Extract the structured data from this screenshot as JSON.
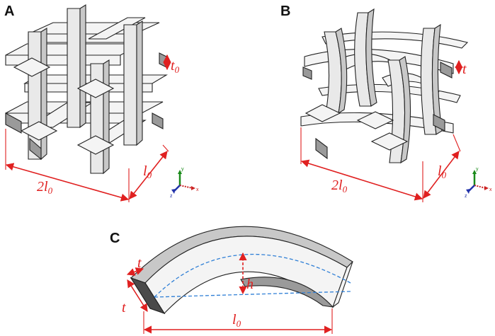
{
  "panels": {
    "A": {
      "label": "A",
      "dim_t": "t",
      "dim_t_sub": "0",
      "dim_l": "l",
      "dim_l_sub": "0",
      "dim_2l": "2l",
      "dim_2l_sub": "0"
    },
    "B": {
      "label": "B",
      "dim_t": "t",
      "dim_l": "l",
      "dim_l_sub": "0",
      "dim_2l": "2l",
      "dim_2l_sub": "0"
    },
    "C": {
      "label": "C",
      "dim_t_top": "t",
      "dim_t_side": "t",
      "dim_h": "h",
      "dim_l": "l",
      "dim_l_sub": "0"
    }
  },
  "axes_triad": {
    "x": "x",
    "y": "y",
    "z": "z"
  },
  "colors": {
    "dimension": "#e02020",
    "centerline": "#2f7fd6",
    "axis_x": "#cc2222",
    "axis_y": "#1a8a1a",
    "axis_z": "#2233aa"
  }
}
